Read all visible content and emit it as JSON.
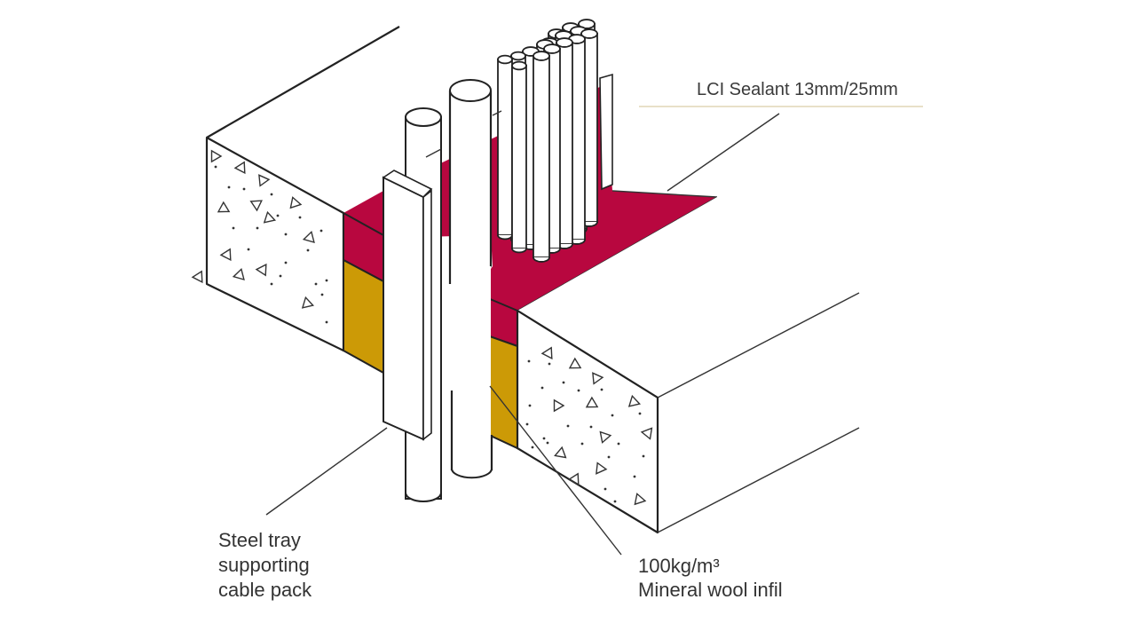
{
  "diagram": {
    "title": "Cable pack penetration seal through concrete slab",
    "colors": {
      "sealant": "#B8073F",
      "mineral_wool": "#CC9A06",
      "concrete_face": "#ffffff",
      "outline": "#222222"
    },
    "labels": {
      "sealant": "LCI Sealant 13mm/25mm",
      "tray": [
        "Steel tray",
        "supporting",
        "cable pack"
      ],
      "wool": [
        "100kg/m³",
        "Mineral wool infil"
      ]
    },
    "components": [
      {
        "name": "concrete-slab-left",
        "material": "concrete"
      },
      {
        "name": "concrete-slab-right",
        "material": "concrete"
      },
      {
        "name": "sealant-layer",
        "material": "LCI Sealant"
      },
      {
        "name": "mineral-wool-layer",
        "material": "Mineral wool"
      },
      {
        "name": "steel-tray",
        "material": "steel"
      },
      {
        "name": "cable-pack",
        "material": "cables"
      }
    ]
  }
}
